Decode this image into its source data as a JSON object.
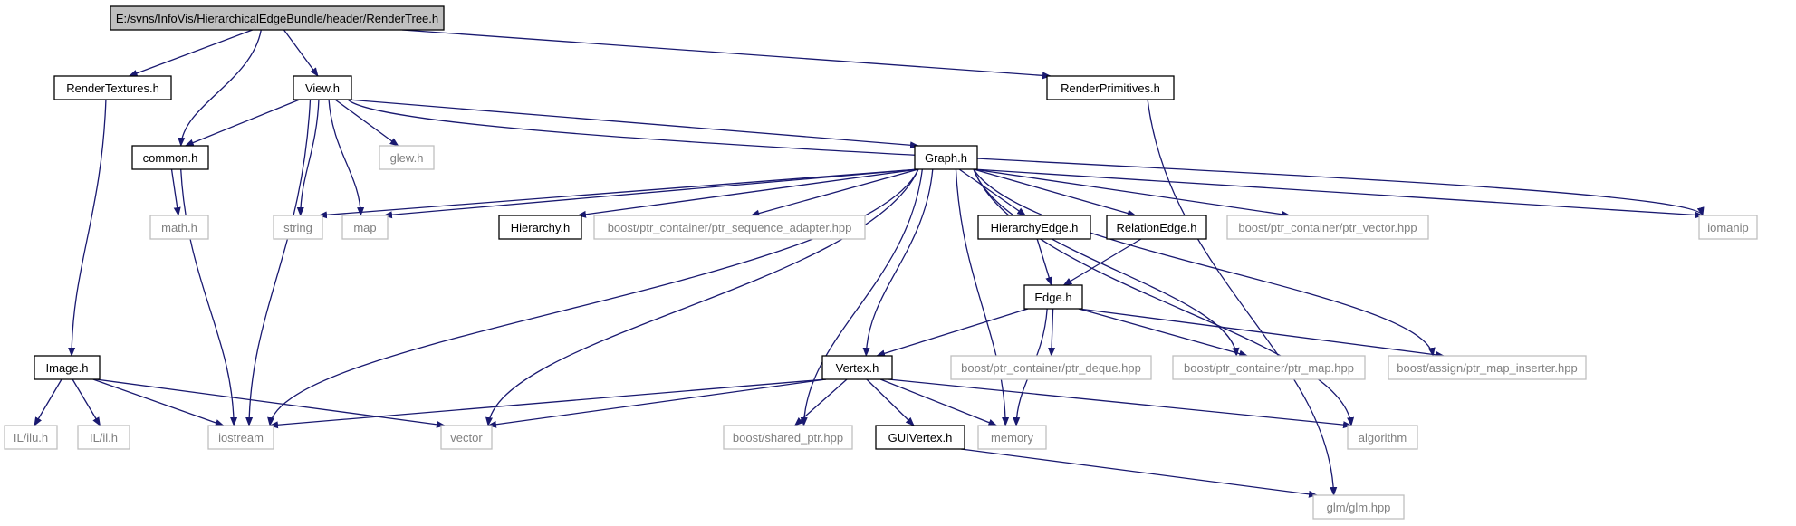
{
  "graph": {
    "edge_color": "#191970",
    "documented_border": "#000000",
    "external_border": "#bfbfbf",
    "external_text": "#808080",
    "root_fill": "#bfbfbf",
    "root": "E:/svns/InfoVis/HierarchicalEdgeBundle/header/RenderTree.h",
    "nodes": [
      {
        "id": "RenderTree",
        "label": "E:/svns/InfoVis/HierarchicalEdgeBundle/header/RenderTree.h",
        "kind": "root"
      },
      {
        "id": "RenderTextures",
        "label": "RenderTextures.h",
        "kind": "documented"
      },
      {
        "id": "View",
        "label": "View.h",
        "kind": "documented"
      },
      {
        "id": "RenderPrimitives",
        "label": "RenderPrimitives.h",
        "kind": "documented"
      },
      {
        "id": "common",
        "label": "common.h",
        "kind": "documented"
      },
      {
        "id": "glew",
        "label": "glew.h",
        "kind": "external"
      },
      {
        "id": "Graph",
        "label": "Graph.h",
        "kind": "documented"
      },
      {
        "id": "math",
        "label": "math.h",
        "kind": "external"
      },
      {
        "id": "string",
        "label": "string",
        "kind": "external"
      },
      {
        "id": "map",
        "label": "map",
        "kind": "external"
      },
      {
        "id": "Hierarchy",
        "label": "Hierarchy.h",
        "kind": "documented"
      },
      {
        "id": "ptr_sequence_adapter",
        "label": "boost/ptr_container/ptr_sequence_adapter.hpp",
        "kind": "external"
      },
      {
        "id": "HierarchyEdge",
        "label": "HierarchyEdge.h",
        "kind": "documented"
      },
      {
        "id": "RelationEdge",
        "label": "RelationEdge.h",
        "kind": "documented"
      },
      {
        "id": "ptr_vector",
        "label": "boost/ptr_container/ptr_vector.hpp",
        "kind": "external"
      },
      {
        "id": "iomanip",
        "label": "iomanip",
        "kind": "external"
      },
      {
        "id": "Edge",
        "label": "Edge.h",
        "kind": "documented"
      },
      {
        "id": "Image",
        "label": "Image.h",
        "kind": "documented"
      },
      {
        "id": "Vertex",
        "label": "Vertex.h",
        "kind": "documented"
      },
      {
        "id": "ptr_deque",
        "label": "boost/ptr_container/ptr_deque.hpp",
        "kind": "external"
      },
      {
        "id": "ptr_map",
        "label": "boost/ptr_container/ptr_map.hpp",
        "kind": "external"
      },
      {
        "id": "ptr_map_inserter",
        "label": "boost/assign/ptr_map_inserter.hpp",
        "kind": "external"
      },
      {
        "id": "ILilu",
        "label": "IL/ilu.h",
        "kind": "external"
      },
      {
        "id": "ILil",
        "label": "IL/il.h",
        "kind": "external"
      },
      {
        "id": "iostream",
        "label": "iostream",
        "kind": "external"
      },
      {
        "id": "vector",
        "label": "vector",
        "kind": "external"
      },
      {
        "id": "shared_ptr",
        "label": "boost/shared_ptr.hpp",
        "kind": "external"
      },
      {
        "id": "GUIVertex",
        "label": "GUIVertex.h",
        "kind": "documented"
      },
      {
        "id": "memory",
        "label": "memory",
        "kind": "external"
      },
      {
        "id": "algorithm",
        "label": "algorithm",
        "kind": "external"
      },
      {
        "id": "glm",
        "label": "glm/glm.hpp",
        "kind": "external"
      }
    ],
    "edges": [
      [
        "RenderTree",
        "RenderTextures"
      ],
      [
        "RenderTree",
        "common"
      ],
      [
        "RenderTree",
        "View"
      ],
      [
        "RenderTree",
        "RenderPrimitives"
      ],
      [
        "RenderTextures",
        "Image"
      ],
      [
        "View",
        "common"
      ],
      [
        "View",
        "iostream"
      ],
      [
        "View",
        "string"
      ],
      [
        "View",
        "map"
      ],
      [
        "View",
        "glew"
      ],
      [
        "View",
        "Graph"
      ],
      [
        "View",
        "iomanip"
      ],
      [
        "common",
        "math"
      ],
      [
        "common",
        "iostream"
      ],
      [
        "RenderPrimitives",
        "glm"
      ],
      [
        "Graph",
        "string"
      ],
      [
        "Graph",
        "map"
      ],
      [
        "Graph",
        "iostream"
      ],
      [
        "Graph",
        "vector"
      ],
      [
        "Graph",
        "Hierarchy"
      ],
      [
        "Graph",
        "ptr_sequence_adapter"
      ],
      [
        "Graph",
        "shared_ptr"
      ],
      [
        "Graph",
        "Vertex"
      ],
      [
        "Graph",
        "HierarchyEdge"
      ],
      [
        "Graph",
        "RelationEdge"
      ],
      [
        "Graph",
        "ptr_vector"
      ],
      [
        "Graph",
        "iomanip"
      ],
      [
        "Graph",
        "ptr_map"
      ],
      [
        "Graph",
        "ptr_map_inserter"
      ],
      [
        "Graph",
        "memory"
      ],
      [
        "Graph",
        "algorithm"
      ],
      [
        "HierarchyEdge",
        "Edge"
      ],
      [
        "RelationEdge",
        "Edge"
      ],
      [
        "Edge",
        "Vertex"
      ],
      [
        "Edge",
        "ptr_deque"
      ],
      [
        "Edge",
        "ptr_map"
      ],
      [
        "Edge",
        "ptr_map_inserter"
      ],
      [
        "Edge",
        "memory"
      ],
      [
        "Image",
        "ILilu"
      ],
      [
        "Image",
        "ILil"
      ],
      [
        "Image",
        "iostream"
      ],
      [
        "Image",
        "vector"
      ],
      [
        "Vertex",
        "iostream"
      ],
      [
        "Vertex",
        "vector"
      ],
      [
        "Vertex",
        "shared_ptr"
      ],
      [
        "Vertex",
        "GUIVertex"
      ],
      [
        "Vertex",
        "memory"
      ],
      [
        "Vertex",
        "algorithm"
      ],
      [
        "GUIVertex",
        "glm"
      ]
    ]
  }
}
